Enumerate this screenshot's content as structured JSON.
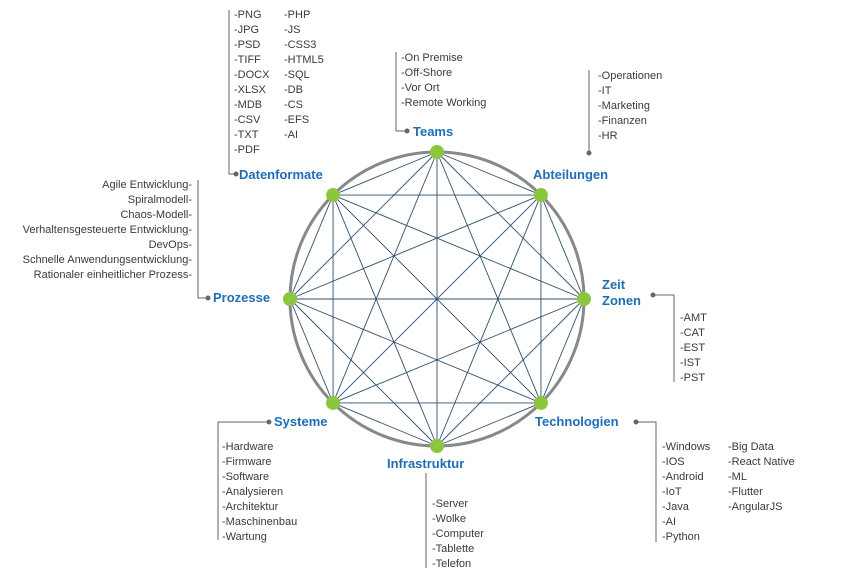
{
  "colors": {
    "node": "#8cc63f",
    "edge": "#2f4f6f",
    "circle": "#888888",
    "label": "#1f6db5",
    "connector": "#666666"
  },
  "nodes": [
    {
      "id": "teams",
      "label": "Teams"
    },
    {
      "id": "abteilungen",
      "label": "Abteilungen"
    },
    {
      "id": "zeitzonen",
      "label_lines": [
        "Zeit",
        "Zonen"
      ]
    },
    {
      "id": "technologien",
      "label": "Technologien"
    },
    {
      "id": "infrastruktur",
      "label": "Infrastruktur"
    },
    {
      "id": "systeme",
      "label": "Systeme"
    },
    {
      "id": "prozesse",
      "label": "Prozesse"
    },
    {
      "id": "datenformate",
      "label": "Datenformate"
    }
  ],
  "lists": {
    "datenformate_col1": [
      "-PNG",
      "-JPG",
      "-PSD",
      "-TIFF",
      "-DOCX",
      "-XLSX",
      "-MDB",
      "-CSV",
      "-TXT",
      "-PDF"
    ],
    "datenformate_col2": [
      "-PHP",
      "-JS",
      "-CSS3",
      "-HTML5",
      "-SQL",
      "-DB",
      "-CS",
      "-EFS",
      "-AI"
    ],
    "teams": [
      "-On Premise",
      "-Off-Shore",
      "-Vor Ort",
      "-Remote Working"
    ],
    "abteilungen": [
      "-Operationen",
      "-IT",
      "-Marketing",
      "-Finanzen",
      "-HR"
    ],
    "prozesse": [
      "Agile Entwicklung-",
      "Spiralmodell-",
      "Chaos-Modell-",
      "Verhaltensgesteuerte Entwicklung-",
      "DevOps-",
      "Schnelle Anwendungsentwicklung-",
      "Rationaler einheitlicher Prozess-"
    ],
    "zeitzonen": [
      "-AMT",
      "-CAT",
      "-EST",
      "-IST",
      "-PST"
    ],
    "systeme": [
      "-Hardware",
      "-Firmware",
      "-Software",
      "-Analysieren",
      "-Architektur",
      "-Maschinenbau",
      "-Wartung"
    ],
    "infrastruktur": [
      "-Server",
      "-Wolke",
      "-Computer",
      "-Tablette",
      "-Telefon"
    ],
    "technologien_col1": [
      "-Windows",
      "-IOS",
      "-Android",
      "-IoT",
      "-Java",
      "-AI",
      "-Python"
    ],
    "technologien_col2": [
      "-Big Data",
      "-React Native",
      "-ML",
      "-Flutter",
      "-AngularJS"
    ]
  }
}
